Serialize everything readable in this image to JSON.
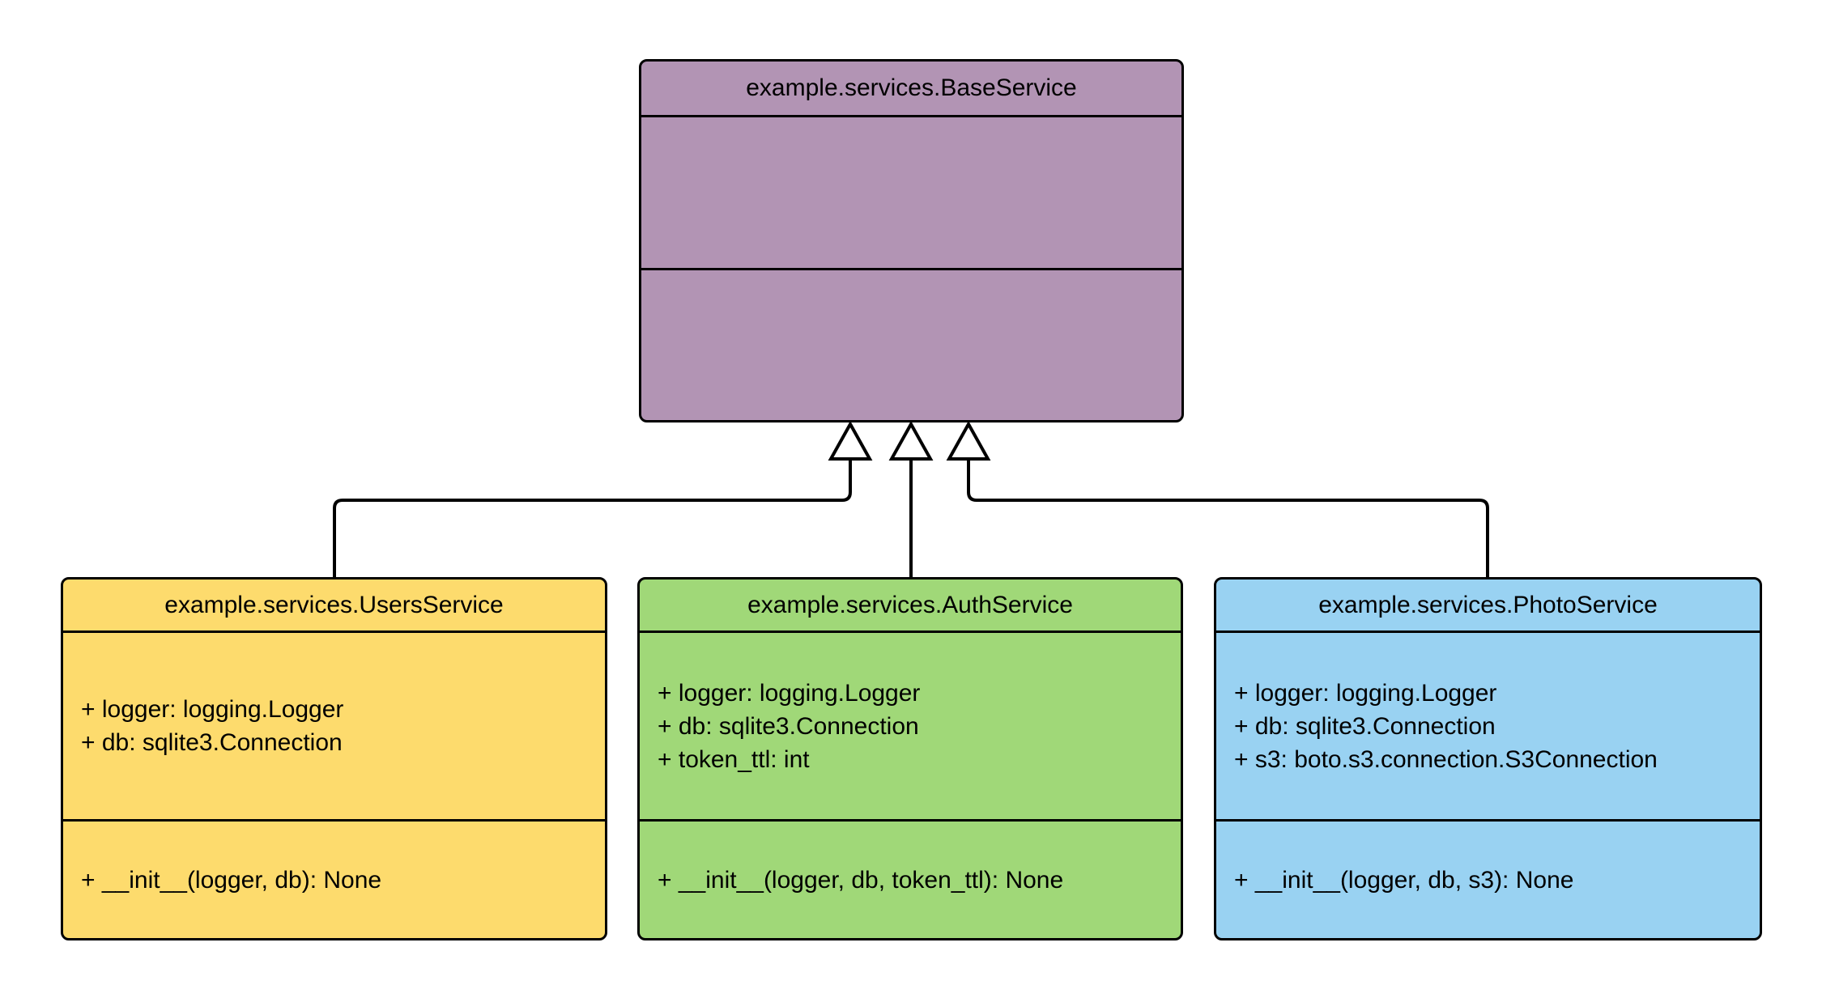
{
  "diagram": {
    "type": "uml-class-diagram",
    "background": "#ffffff",
    "stroke_color": "#000000",
    "text_color": "#000000",
    "classes": [
      {
        "name": "BaseService",
        "title": "example.services.BaseService",
        "fill": "#b294b4",
        "attributes": [],
        "methods": []
      },
      {
        "name": "UsersService",
        "title": "example.services.UsersService",
        "fill": "#fddb6d",
        "attributes": [
          "+ logger: logging.Logger",
          "+ db: sqlite3.Connection"
        ],
        "methods": [
          "+ __init__(logger, db): None"
        ]
      },
      {
        "name": "AuthService",
        "title": "example.services.AuthService",
        "fill": "#a0d878",
        "attributes": [
          "+ logger: logging.Logger",
          "+ db: sqlite3.Connection",
          "+ token_ttl: int"
        ],
        "methods": [
          "+ __init__(logger, db, token_ttl): None"
        ]
      },
      {
        "name": "PhotoService",
        "title": "example.services.PhotoService",
        "fill": "#99d2f2",
        "attributes": [
          "+ logger: logging.Logger",
          "+ db: sqlite3.Connection",
          "+ s3: boto.s3.connection.S3Connection"
        ],
        "methods": [
          "+ __init__(logger, db, s3): None"
        ]
      }
    ],
    "relations": [
      {
        "type": "inheritance",
        "arrow": "hollow-triangle",
        "from": "example.services.UsersService",
        "to": "example.services.BaseService"
      },
      {
        "type": "inheritance",
        "arrow": "hollow-triangle",
        "from": "example.services.AuthService",
        "to": "example.services.BaseService"
      },
      {
        "type": "inheritance",
        "arrow": "hollow-triangle",
        "from": "example.services.PhotoService",
        "to": "example.services.BaseService"
      }
    ]
  }
}
